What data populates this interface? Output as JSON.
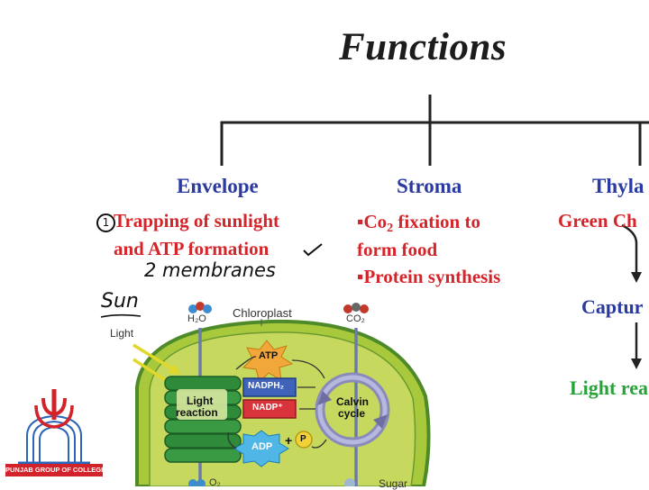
{
  "title": "Functions",
  "branches": {
    "envelope": {
      "heading": "Envelope",
      "number": "1",
      "lines": [
        "Trapping of sunlight",
        "and ATP formation"
      ],
      "handwritten_note": "2 membranes"
    },
    "stroma": {
      "heading": "Stroma",
      "co2_prefix": "▪Co",
      "co2_sub": "2",
      "co2_suffix": " fixation to",
      "line2": "form food",
      "line3": "▪Protein synthesis"
    },
    "thylakoid": {
      "heading": "Thyla",
      "line1": "Green Ch",
      "line2": "Captur",
      "line3": "Light rea"
    }
  },
  "illustration": {
    "sun_note": "Sun",
    "light_label": "Light",
    "h2o_label": "H₂O",
    "chloroplast_label": "Chloroplast",
    "co2_label": "CO₂",
    "atp": "ATP",
    "nadph2": "NADPH₂",
    "nadp": "NADP⁺",
    "adp": "ADP",
    "plus": "+",
    "p": "P",
    "light_reaction_1": "Light",
    "light_reaction_2": "reaction",
    "calvin_1": "Calvin",
    "calvin_2": "cycle",
    "o2_label": "O₂",
    "sugar_label": "Sugar"
  },
  "logo": {
    "text": "PUNJAB GROUP OF COLLEGES"
  },
  "colors": {
    "heading_blue": "#2a3aa0",
    "text_red": "#d4252b",
    "text_green": "#28a33a",
    "chloroplast_fill": "#a9c93c",
    "chloroplast_edge": "#4e8a2a",
    "logo_red": "#d3232a",
    "logo_blue": "#2b64b8"
  }
}
